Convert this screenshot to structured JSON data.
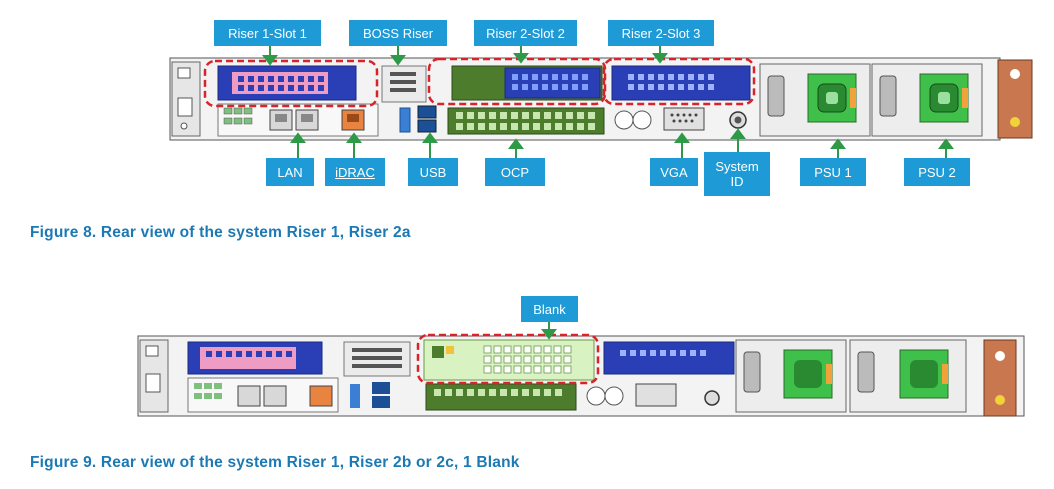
{
  "figure8": {
    "caption": "Figure 8. Rear view of the system Riser 1, Riser 2a",
    "labels": {
      "riser1_slot1": "Riser 1-Slot 1",
      "boss_riser": "BOSS Riser",
      "riser2_slot2": "Riser 2-Slot 2",
      "riser2_slot3": "Riser 2-Slot 3",
      "lan": "LAN",
      "idrac": "iDRAC",
      "usb": "USB",
      "ocp": "OCP",
      "vga": "VGA",
      "system_id_line1": "System",
      "system_id_line2": "ID",
      "psu1": "PSU 1",
      "psu2": "PSU 2"
    }
  },
  "figure9": {
    "caption": "Figure 9. Rear view of the system Riser 1, Riser 2b or 2c, 1 Blank",
    "labels": {
      "blank": "Blank"
    }
  },
  "colors": {
    "label_bg": "#1e9ad6",
    "caption": "#1b79b4",
    "callout_dash": "#d9232b",
    "arrow": "#2e9a47",
    "riser_blue": "#2a3fb5",
    "ocp_green": "#4d7d2c",
    "psu_green": "#3ec04a"
  }
}
